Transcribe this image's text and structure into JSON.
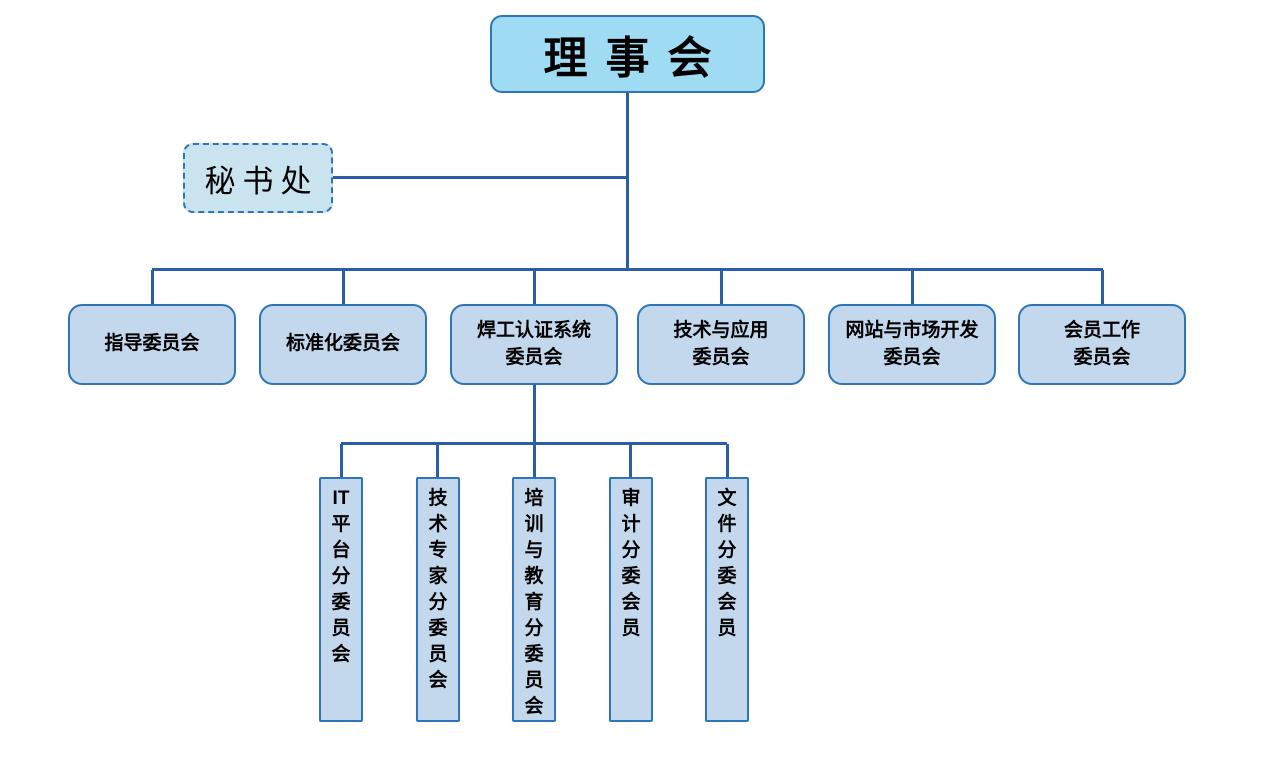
{
  "chart_data": {
    "type": "org-chart",
    "root": {
      "label": "理事会"
    },
    "secretariat": {
      "label": "秘书处"
    },
    "committees": [
      {
        "label": "指导委员会"
      },
      {
        "label": "标准化委员会"
      },
      {
        "label": "焊工认证系统\n委员会"
      },
      {
        "label": "技术与应用\n委员会"
      },
      {
        "label": "网站与市场开发\n委员会"
      },
      {
        "label": "会员工作\n委员会"
      }
    ],
    "subcommittees_parent": "焊工认证系统委员会",
    "subcommittees": [
      {
        "label": "IT\n平\n台\n分\n委\n员\n会"
      },
      {
        "label": "技\n术\n专\n家\n分\n委\n员\n会"
      },
      {
        "label": "培\n训\n与\n教\n育\n分\n委\n员\n会"
      },
      {
        "label": "审\n计\n分\n委\n会\n员"
      },
      {
        "label": "文\n件\n分\n委\n会\n员"
      }
    ],
    "colors": {
      "root_fill": "#9fdbf3",
      "secretariat_fill": "#c9e4ee",
      "committee_fill": "#c4d8ed",
      "box_border": "#2e75b6",
      "connector": "#2a5fa8",
      "text": "#000000",
      "background": "#ffffff"
    }
  }
}
